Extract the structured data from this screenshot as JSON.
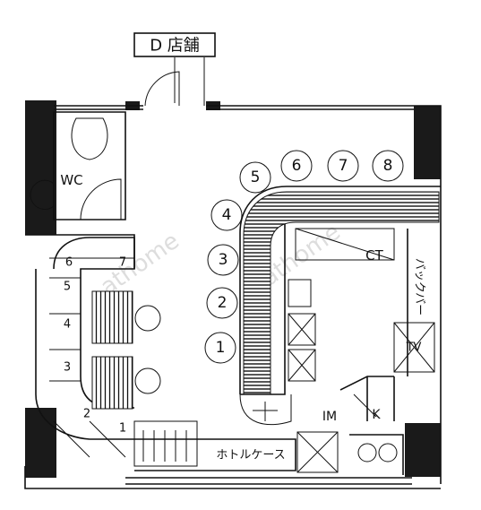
{
  "header": {
    "title": "D 店舗"
  },
  "rooms": {
    "wc": "WC",
    "ct": "CT",
    "im": "IM",
    "k": "K",
    "tv": "TV",
    "hot_case": "ホトルケース",
    "back_bar": "バックバー"
  },
  "counter_seats": [
    "1",
    "2",
    "3",
    "4",
    "5",
    "6",
    "7",
    "8"
  ],
  "bench_seats": [
    "2",
    "3",
    "4",
    "5",
    "6",
    "7",
    "1"
  ],
  "watermark": "athome"
}
